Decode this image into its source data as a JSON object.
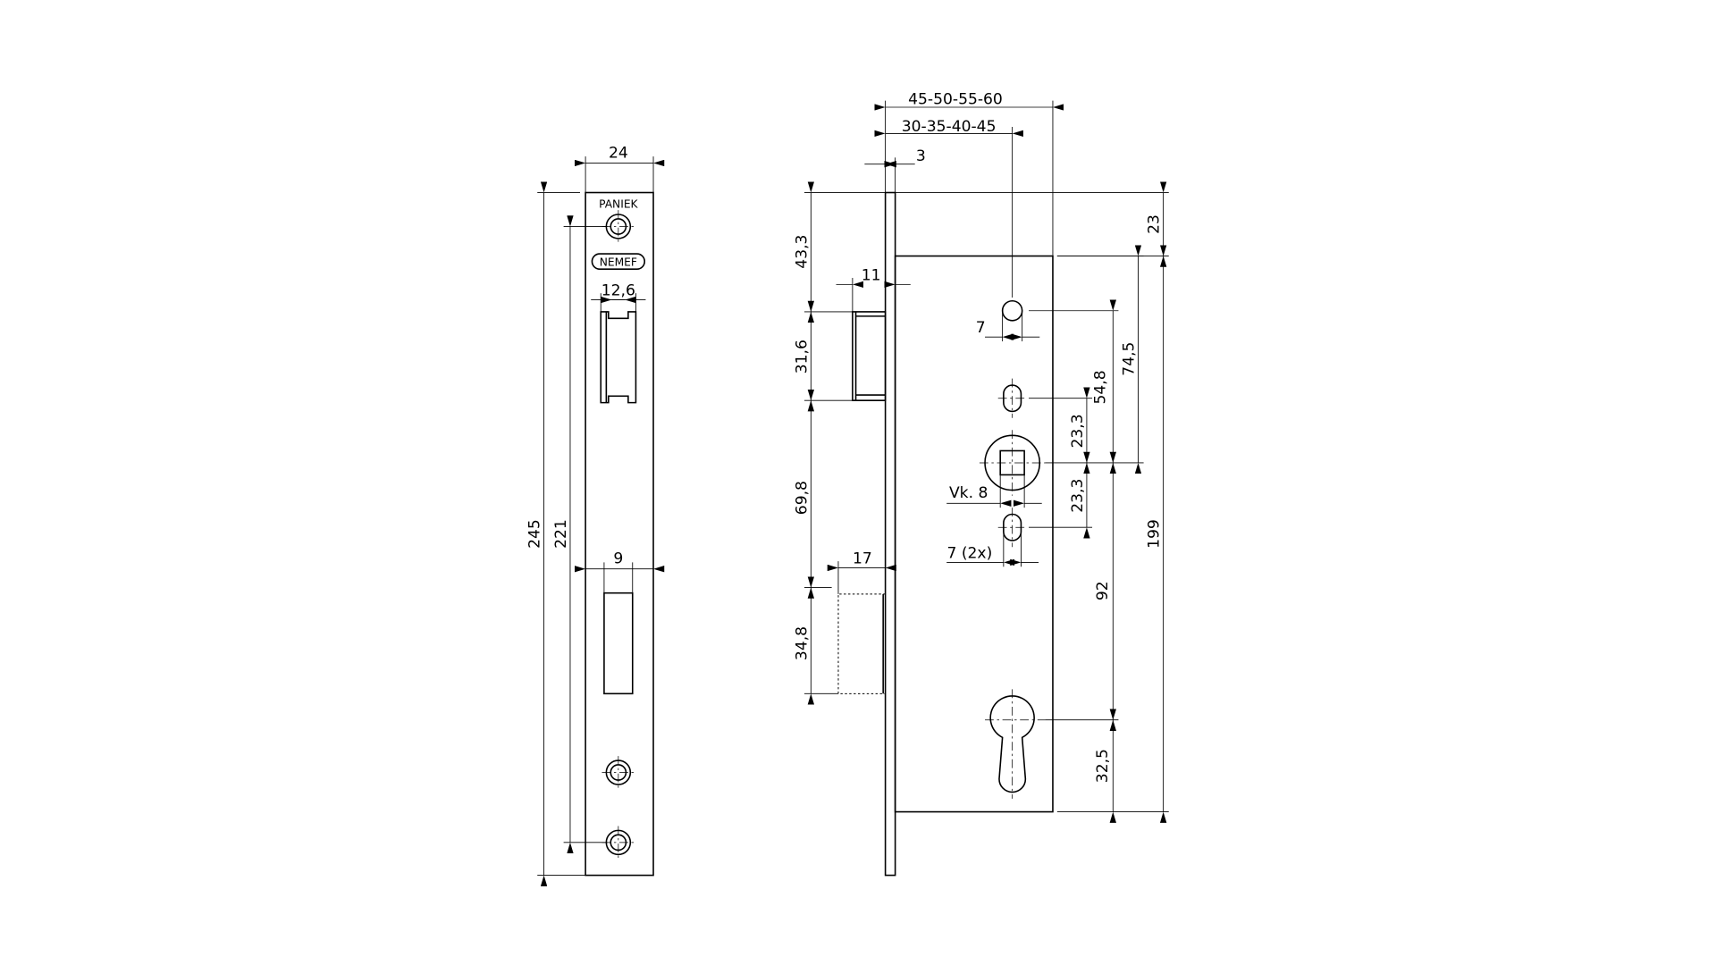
{
  "front_view": {
    "brand_top": "PANIEK",
    "brand_logo": "NEMEF",
    "dim_width": "24",
    "dim_height": "245",
    "dim_screw_spacing": "221",
    "dim_latch_opening": "12,6",
    "dim_bolt_opening": "9"
  },
  "side_view": {
    "dim_backset_large": "45-50-55-60",
    "dim_backset_small": "30-35-40-45",
    "dim_faceplate_thickness": "3",
    "dim_latch_projection": "11",
    "dim_bolt_projection": "17",
    "dim_top_to_latch": "43,3",
    "dim_latch_height": "31,6",
    "dim_latch_to_bolt": "69,8",
    "dim_bolt_height": "34,8",
    "dim_top_offset": "23",
    "dim_case_height": "199",
    "dim_hole_diameter": "7",
    "dim_hole_diameter_2x": "7 (2x)",
    "dim_spindle": "Vk. 8",
    "dim_upper_slot": "23,3",
    "dim_lower_slot": "23,3",
    "dim_hole_to_spindle": "54,8",
    "dim_case_top_to_spindle": "74,5",
    "dim_spindle_to_cylinder": "92",
    "dim_cylinder_to_bottom": "32,5"
  }
}
